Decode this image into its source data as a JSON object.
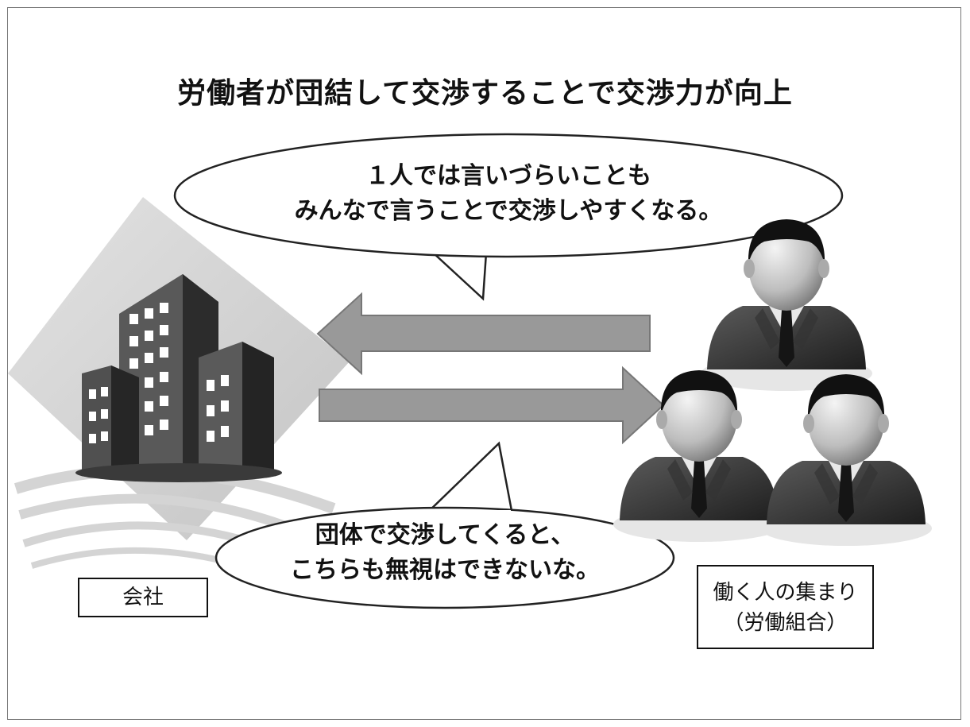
{
  "title": "労働者が団結して交渉することで交渉力が向上",
  "top_bubble": {
    "line1": "１人では言いづらいことも",
    "line2": "みんなで言うことで交渉しやすくなる。"
  },
  "bottom_bubble": {
    "line1": "団体で交渉してくると、",
    "line2": "こちらも無視はできないな。"
  },
  "company_label": "会社",
  "union_label": {
    "line1": "働く人の集まり",
    "line2": "（労働組合）"
  },
  "colors": {
    "arrow_fill": "#999999",
    "background_diamond": "#cfcfcf",
    "building_dark": "#3a3a3a",
    "person_suit": "#4a4a4a"
  }
}
